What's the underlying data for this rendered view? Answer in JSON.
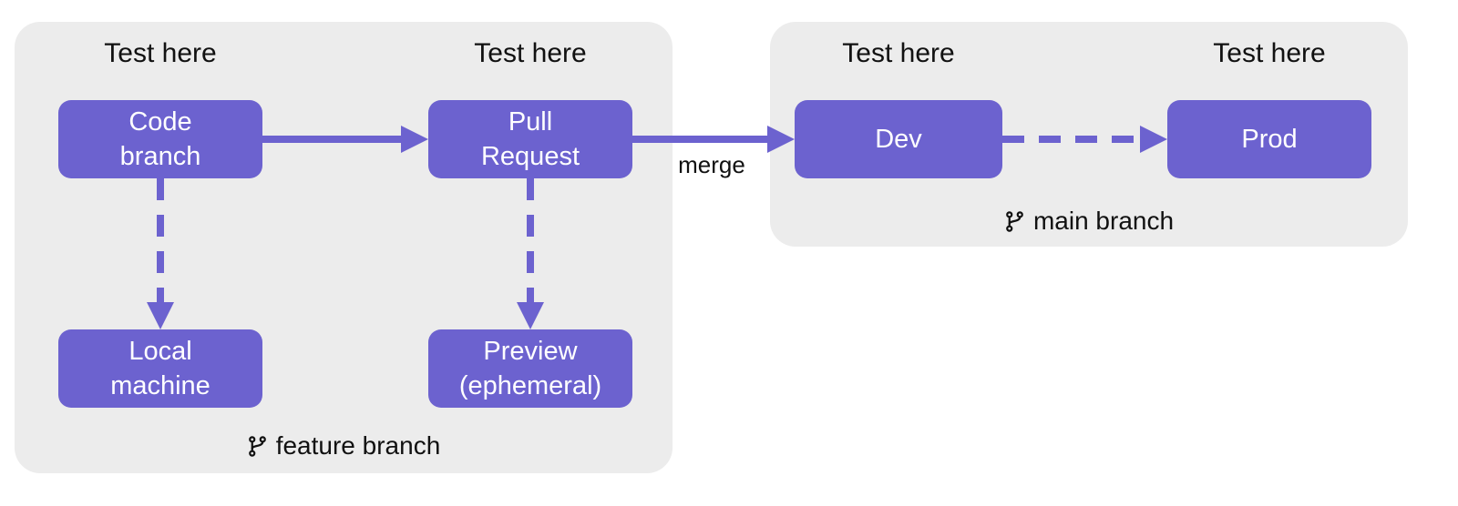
{
  "colors": {
    "node_fill": "#6c62cf",
    "node_text": "#ffffff",
    "group_background": "#ececec",
    "label_text": "#111111",
    "arrow": "#6c62cf",
    "page_background": "#ffffff"
  },
  "groups": {
    "feature": {
      "branch_label": "feature branch",
      "branch_icon": "git-branch-icon",
      "nodes": {
        "code_branch": {
          "test_label": "Test here",
          "label": "Code\nbranch"
        },
        "pull_request": {
          "test_label": "Test here",
          "label": "Pull\nRequest"
        },
        "local_machine": {
          "label": "Local\nmachine"
        },
        "preview": {
          "label": "Preview\n(ephemeral)"
        }
      }
    },
    "main": {
      "branch_label": "main branch",
      "branch_icon": "git-branch-icon",
      "nodes": {
        "dev": {
          "test_label": "Test here",
          "label": "Dev"
        },
        "prod": {
          "test_label": "Test here",
          "label": "Prod"
        }
      }
    }
  },
  "edges": {
    "merge_label": "merge"
  }
}
